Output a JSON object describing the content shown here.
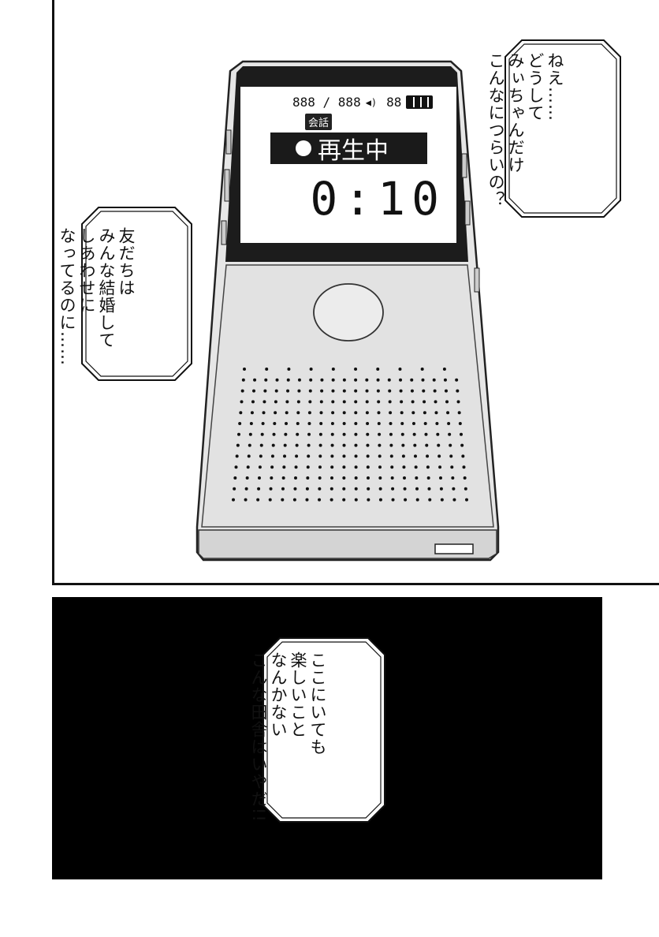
{
  "panel1": {
    "device": {
      "screen": {
        "track_counter": "888 / 888",
        "volume_icon": "speaker-icon",
        "volume_level": "88",
        "battery_icon": "battery-icon",
        "mode_label": "会話",
        "status_label": "再生中",
        "status_dot_icon": "record-dot-icon",
        "time": "0:10"
      }
    },
    "bubble_right": {
      "lines": [
        "ねえ……",
        "どうして",
        "みぃちゃんだけ",
        "こんなにつらいの？"
      ]
    },
    "bubble_left": {
      "lines": [
        "友だちは",
        "みんな結婚して",
        "しあわせに",
        "なってるのに……"
      ]
    }
  },
  "panel2": {
    "bubble": {
      "lines": [
        "ここにいても",
        "楽しいこと",
        "なんかない",
        "こんな田舎はいやだ!!"
      ]
    }
  }
}
